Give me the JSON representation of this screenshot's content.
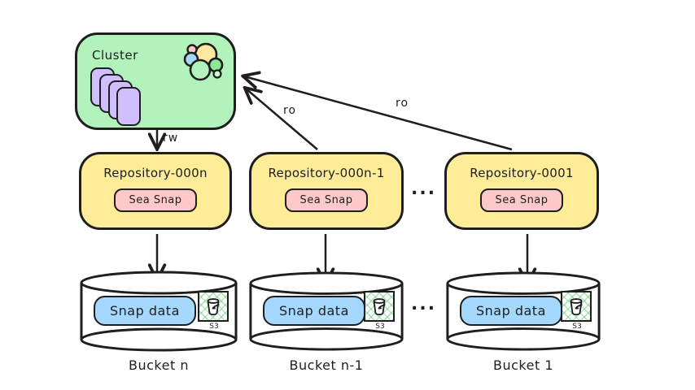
{
  "cluster": {
    "label": "Cluster",
    "nodes_icon": "node-stack-icon",
    "logo_icon": "elastic-cluster-icon"
  },
  "edges": {
    "rw_label": "rw",
    "ro_label_1": "ro",
    "ro_label_2": "ro"
  },
  "ellipsis": {
    "repos": "...",
    "buckets": "..."
  },
  "repositories": [
    {
      "label": "Repository-000n",
      "badge": "Sea Snap"
    },
    {
      "label": "Repository-000n-1",
      "badge": "Sea Snap"
    },
    {
      "label": "Repository-0001",
      "badge": "Sea Snap"
    }
  ],
  "buckets": [
    {
      "badge": "Snap data",
      "icon": "s3-bucket-icon",
      "icon_label": "S3",
      "label": "Bucket n"
    },
    {
      "badge": "Snap data",
      "icon": "s3-bucket-icon",
      "icon_label": "S3",
      "label": "Bucket n-1"
    },
    {
      "badge": "Snap data",
      "icon": "s3-bucket-icon",
      "icon_label": "S3",
      "label": "Bucket 1"
    }
  ],
  "colors": {
    "background": "#ffffff",
    "stroke": "#1e1e1e",
    "cluster_fill": "#b2f2bb",
    "repo_fill": "#ffec99",
    "badge_pink": "#ffc9c9",
    "badge_blue": "#a5d8ff",
    "node_purple": "#d0bfff"
  }
}
